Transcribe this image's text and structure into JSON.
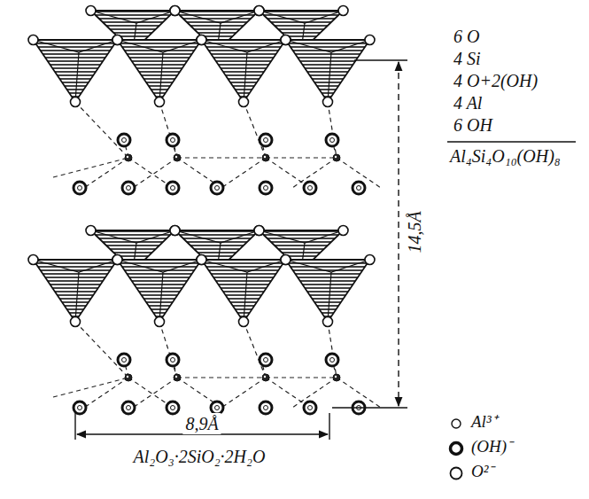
{
  "diagram": {
    "labels": [
      "6 O",
      "4 Si",
      "4 O+2(OH)",
      "4 Al",
      "6 OH",
      "Al₄Si₄O₁₀(OH)₈",
      "14,5Å",
      "8,9Å",
      "Al₂O₃·2SiO₂·2H₂O"
    ],
    "legend": [
      {
        "text": "Al³⁺"
      },
      {
        "text": "(OH)⁻"
      },
      {
        "text": "O²⁻"
      }
    ]
  }
}
